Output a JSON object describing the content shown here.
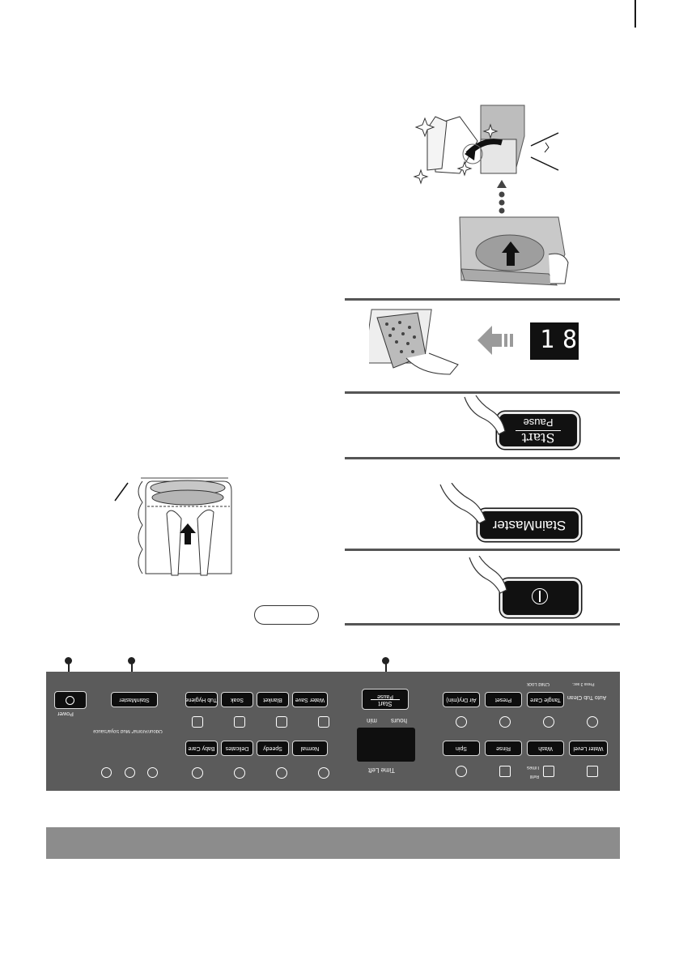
{
  "keys": {
    "start_pause_top": "Start",
    "start_pause_bottom": "Pause",
    "stainmaster": "StainMaster",
    "display_digits": "18"
  },
  "panel": {
    "power_label": "Power",
    "stainmaster": "StainMaster",
    "start": "Start",
    "pause": "Pause",
    "hours": "hours",
    "min": "min",
    "time_left": "Time Left",
    "child_lock": "Child Lock",
    "auto_tub_clean": "Auto Tub Clean",
    "refill": "Refill",
    "times": "Times",
    "soak_note": "Odour/Aroma*  Mud  Soya/Sauce",
    "press_note": "Press 3 sec.",
    "row1": [
      "Tub Hygiene",
      "Soak",
      "Blanket",
      "Water Save"
    ],
    "row2": [
      "Baby Care",
      "Delicates",
      "Speedy",
      "Normal"
    ],
    "right_row1": [
      "Air Dry(min)",
      "Preset",
      "Tangle Care"
    ],
    "right_row2": [
      "Spin",
      "Rinse",
      "Wash",
      "Water Level"
    ]
  },
  "icons": [
    "power-icon",
    "arrow-left-icon",
    "hand-pointer-icon",
    "sparkle-icon"
  ],
  "colors": {
    "panel": "#5b5b5b",
    "bar": "#8c8c8c",
    "key": "#111111"
  }
}
